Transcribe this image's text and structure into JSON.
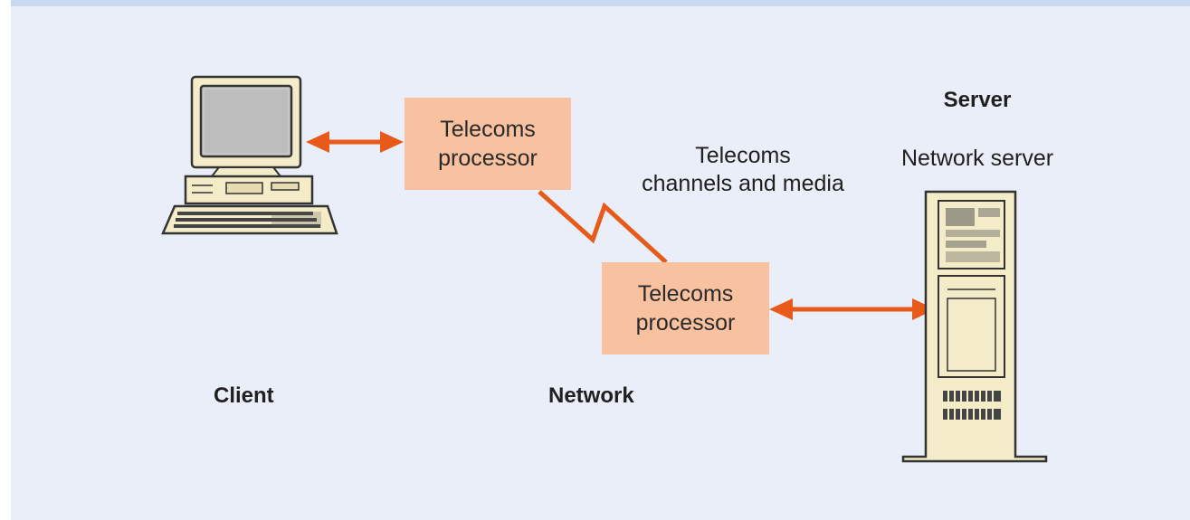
{
  "diagram": {
    "processor_top": {
      "line1": "Telecoms",
      "line2": "processor"
    },
    "processor_bottom": {
      "line1": "Telecoms",
      "line2": "processor"
    },
    "channels": {
      "line1": "Telecoms",
      "line2": "channels and media"
    },
    "server_heading": "Server",
    "server_subtitle": "Network server",
    "client_label": "Client",
    "network_label": "Network"
  },
  "colors": {
    "background": "#e9eef8",
    "processor_fill": "#f8c2a0",
    "arrow": "#e85a1a",
    "device_beige": "#f4ecc8"
  }
}
